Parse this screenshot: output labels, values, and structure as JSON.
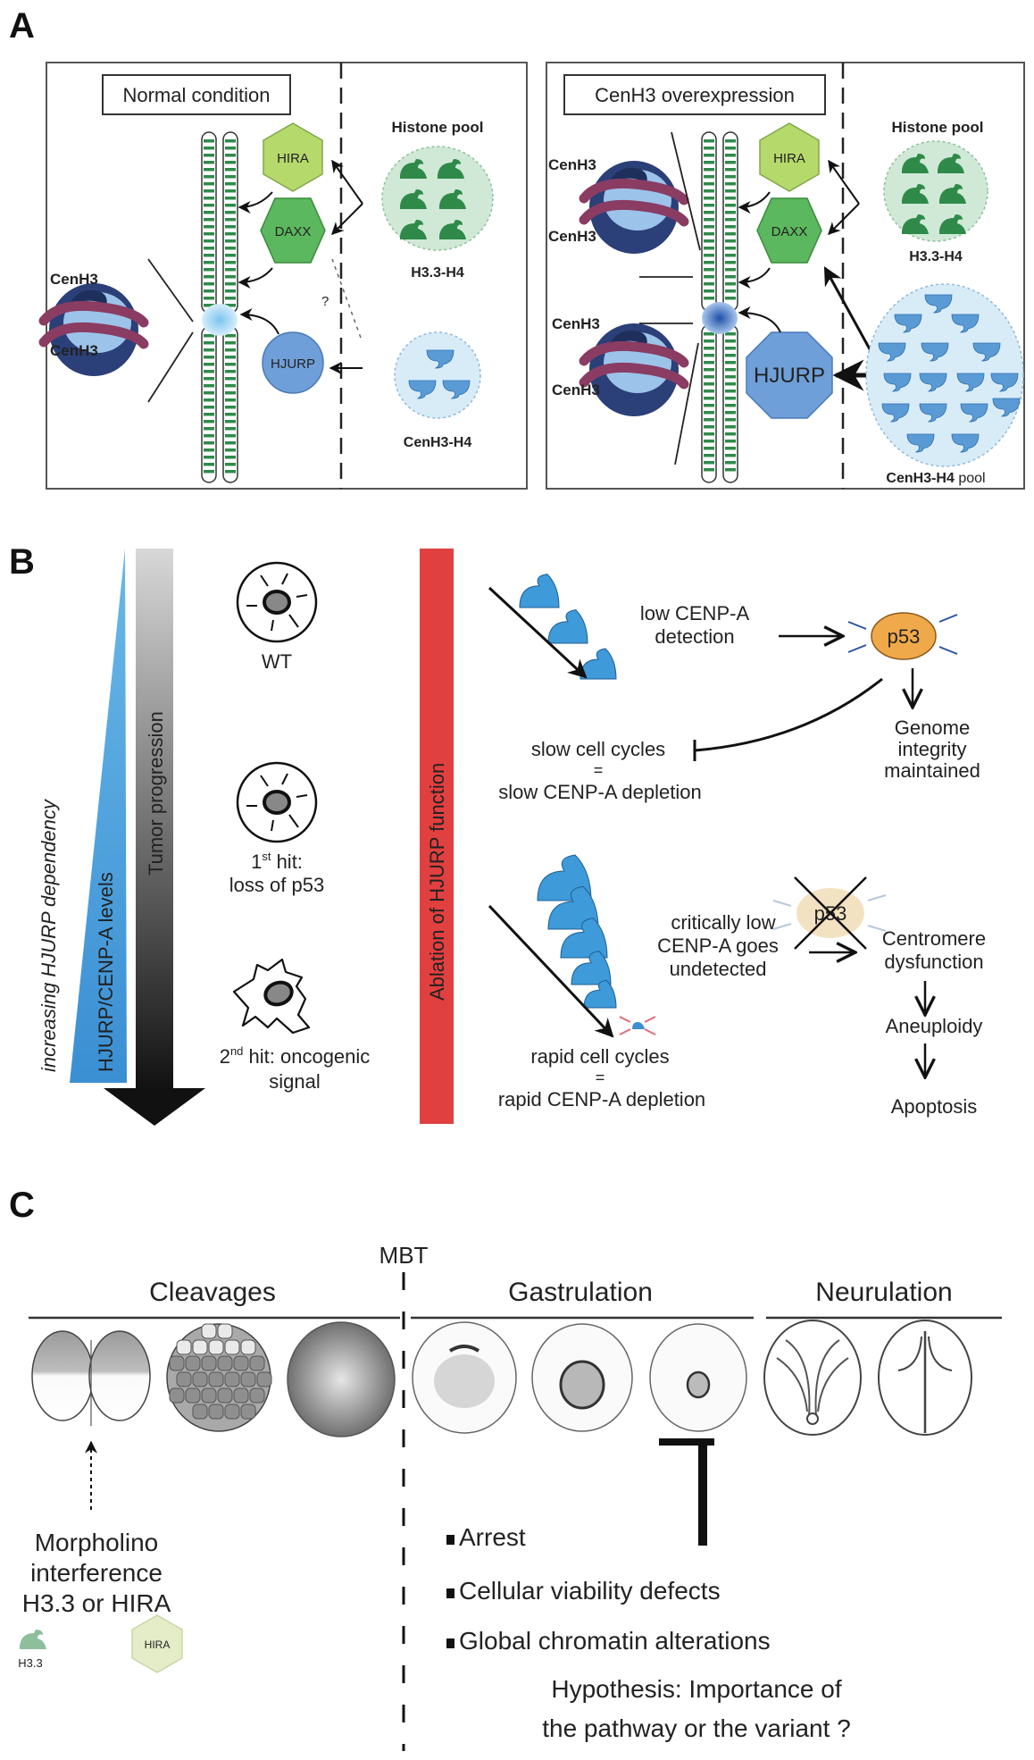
{
  "figure": {
    "panel_a": {
      "letter": "A",
      "left": {
        "title": "Normal condition",
        "cenh3_top": "CenH3",
        "cenh3_bottom": "CenH3",
        "hira": "HIRA",
        "daxx": "DAXX",
        "hjurp": "HJURP",
        "question": "?",
        "histone_pool": "Histone pool",
        "h33_h4": "H3.3-H4",
        "cenh3_h4": "CenH3-H4"
      },
      "right": {
        "title": "CenH3 overexpression",
        "cenh3_labels": [
          "CenH3",
          "CenH3",
          "CenH3",
          "CenH3"
        ],
        "hira": "HIRA",
        "daxx": "DAXX",
        "hjurp": "HJURP",
        "histone_pool": "Histone pool",
        "h33_h4": "H3.3-H4",
        "cenh3_h4_pool_bold": "CenH3-H4",
        "cenh3_h4_pool_suffix": " pool"
      }
    },
    "panel_b": {
      "letter": "B",
      "triangle_outer_label": "increasing HJURP dependency",
      "triangle_inner_label": "HJURP/CENP-A levels",
      "arrow_label": "Tumor progression",
      "red_bar_label": "Ablation of HJURP function",
      "cells": {
        "wt": "WT",
        "first_hit_num": "1",
        "first_hit_sup": "st",
        "first_hit_rest": " hit:",
        "first_hit_line2": "loss of p53",
        "second_hit_num": "2",
        "second_hit_sup": "nd",
        "second_hit_rest": " hit: oncogenic",
        "second_hit_line2": "signal"
      },
      "top_pathway": {
        "detection_line1": "low CENP-A",
        "detection_line2": "detection",
        "p53": "p53",
        "slow_line1": "slow cell cycles",
        "equals": "=",
        "slow_line2": "slow CENP-A depletion",
        "outcome_line1": "Genome",
        "outcome_line2": "integrity",
        "outcome_line3": "maintained"
      },
      "bottom_pathway": {
        "undetected_line1": "critically low",
        "undetected_line2": "CENP-A goes",
        "undetected_line3": "undetected",
        "p53_crossed": "p53",
        "centromere_line1": "Centromere",
        "centromere_line2": "dysfunction",
        "aneuploidy": "Aneuploidy",
        "apoptosis": "Apoptosis",
        "rapid_line1": "rapid cell cycles",
        "equals": "=",
        "rapid_line2": "rapid CENP-A depletion"
      }
    },
    "panel_c": {
      "letter": "C",
      "mbt": "MBT",
      "stages": [
        "Cleavages",
        "Gastrulation",
        "Neurulation"
      ],
      "morpholino_line1": "Morpholino",
      "morpholino_line2": "interference",
      "morpholino_line3": "H3.3 or HIRA",
      "h33_icon_label": "H3.3",
      "hira_icon_label": "HIRA",
      "bullets": [
        "Arrest",
        "Cellular viability defects",
        "Global chromatin alterations"
      ],
      "hypothesis_line1": "Hypothesis: Importance of",
      "hypothesis_line2": "the pathway or the variant ?"
    }
  },
  "colors": {
    "hira": "#b6d96c",
    "daxx": "#5cb85e",
    "hjurp": "#6f9fd8",
    "h33_pool": "#cfe9d6",
    "h33_glyph": "#2f8a4a",
    "cenh3_pool": "#d8ecf8",
    "cenh3_glyph": "#5b9bd5",
    "p53": "#f0a94a",
    "p53_faded": "#f3e2c2",
    "red_bar": "#e0403f",
    "triangle_blue": "#3e9ad9",
    "gastrulation": "#c8354a",
    "dna_wrap": "#8a3c63",
    "nucleosome_dark": "#243a6e",
    "nucleosome_light": "#9cc3ea"
  }
}
